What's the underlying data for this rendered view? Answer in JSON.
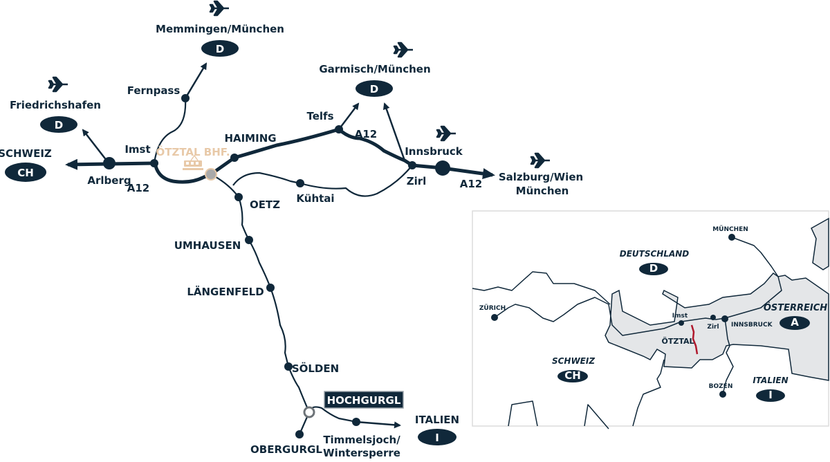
{
  "colors": {
    "navy": "#10283a",
    "station": "#e8c9a8",
    "inset_land": "#e4e6e8",
    "otztal_route": "#b0182c"
  },
  "main_map": {
    "destinations": {
      "memmingen": {
        "label": "Memmingen/München",
        "country": "D",
        "icon": "airplane-icon"
      },
      "friedrichshafen": {
        "label": "Friedrichshafen",
        "country": "D",
        "icon": "airplane-icon"
      },
      "garmisch": {
        "label": "Garmisch/München",
        "country": "D",
        "icon": "airplane-icon"
      },
      "schweiz": {
        "label": "SCHWEIZ",
        "country": "CH"
      },
      "salzburg": {
        "line1": "Salzburg/Wien",
        "line2": "München",
        "icon": "airplane-icon"
      },
      "innsbruck_air": {
        "icon": "airplane-icon"
      },
      "italien": {
        "label": "ITALIEN",
        "country": "I"
      }
    },
    "places": {
      "fernpass": "Fernpass",
      "imst": "Imst",
      "arlberg": "Arlberg",
      "a12_west": "A12",
      "otztal_bhf": "ÖTZTAL BHF.",
      "haiming": "HAIMING",
      "telfs": "Telfs",
      "a12_mid": "A12",
      "innsbruck": "Innsbruck",
      "zirl": "Zirl",
      "a12_east": "A12",
      "kuhtai": "Kühtai",
      "oetz": "OETZ",
      "umhausen": "UMHAUSEN",
      "langenfeld": "LÄNGENFELD",
      "solden": "SÖLDEN",
      "hochgurgl": "HOCHGURGL",
      "obergurgl": "OBERGURGL",
      "timmelsjoch_1": "Timmelsjoch/",
      "timmelsjoch_2": "Wintersperre"
    }
  },
  "inset_map": {
    "countries": [
      {
        "name": "DEUTSCHLAND",
        "code": "D"
      },
      {
        "name": "ÖSTERREICH",
        "code": "A"
      },
      {
        "name": "SCHWEIZ",
        "code": "CH"
      },
      {
        "name": "ITALIEN",
        "code": "I"
      }
    ],
    "cities": {
      "munchen": "MÜNCHEN",
      "zurich": "ZÜRICH",
      "imst": "Imst",
      "zirl": "Zirl",
      "innsbruck": "INNSBRUCK",
      "otztal": "ÖTZTAL",
      "bozen": "BOZEN"
    }
  }
}
